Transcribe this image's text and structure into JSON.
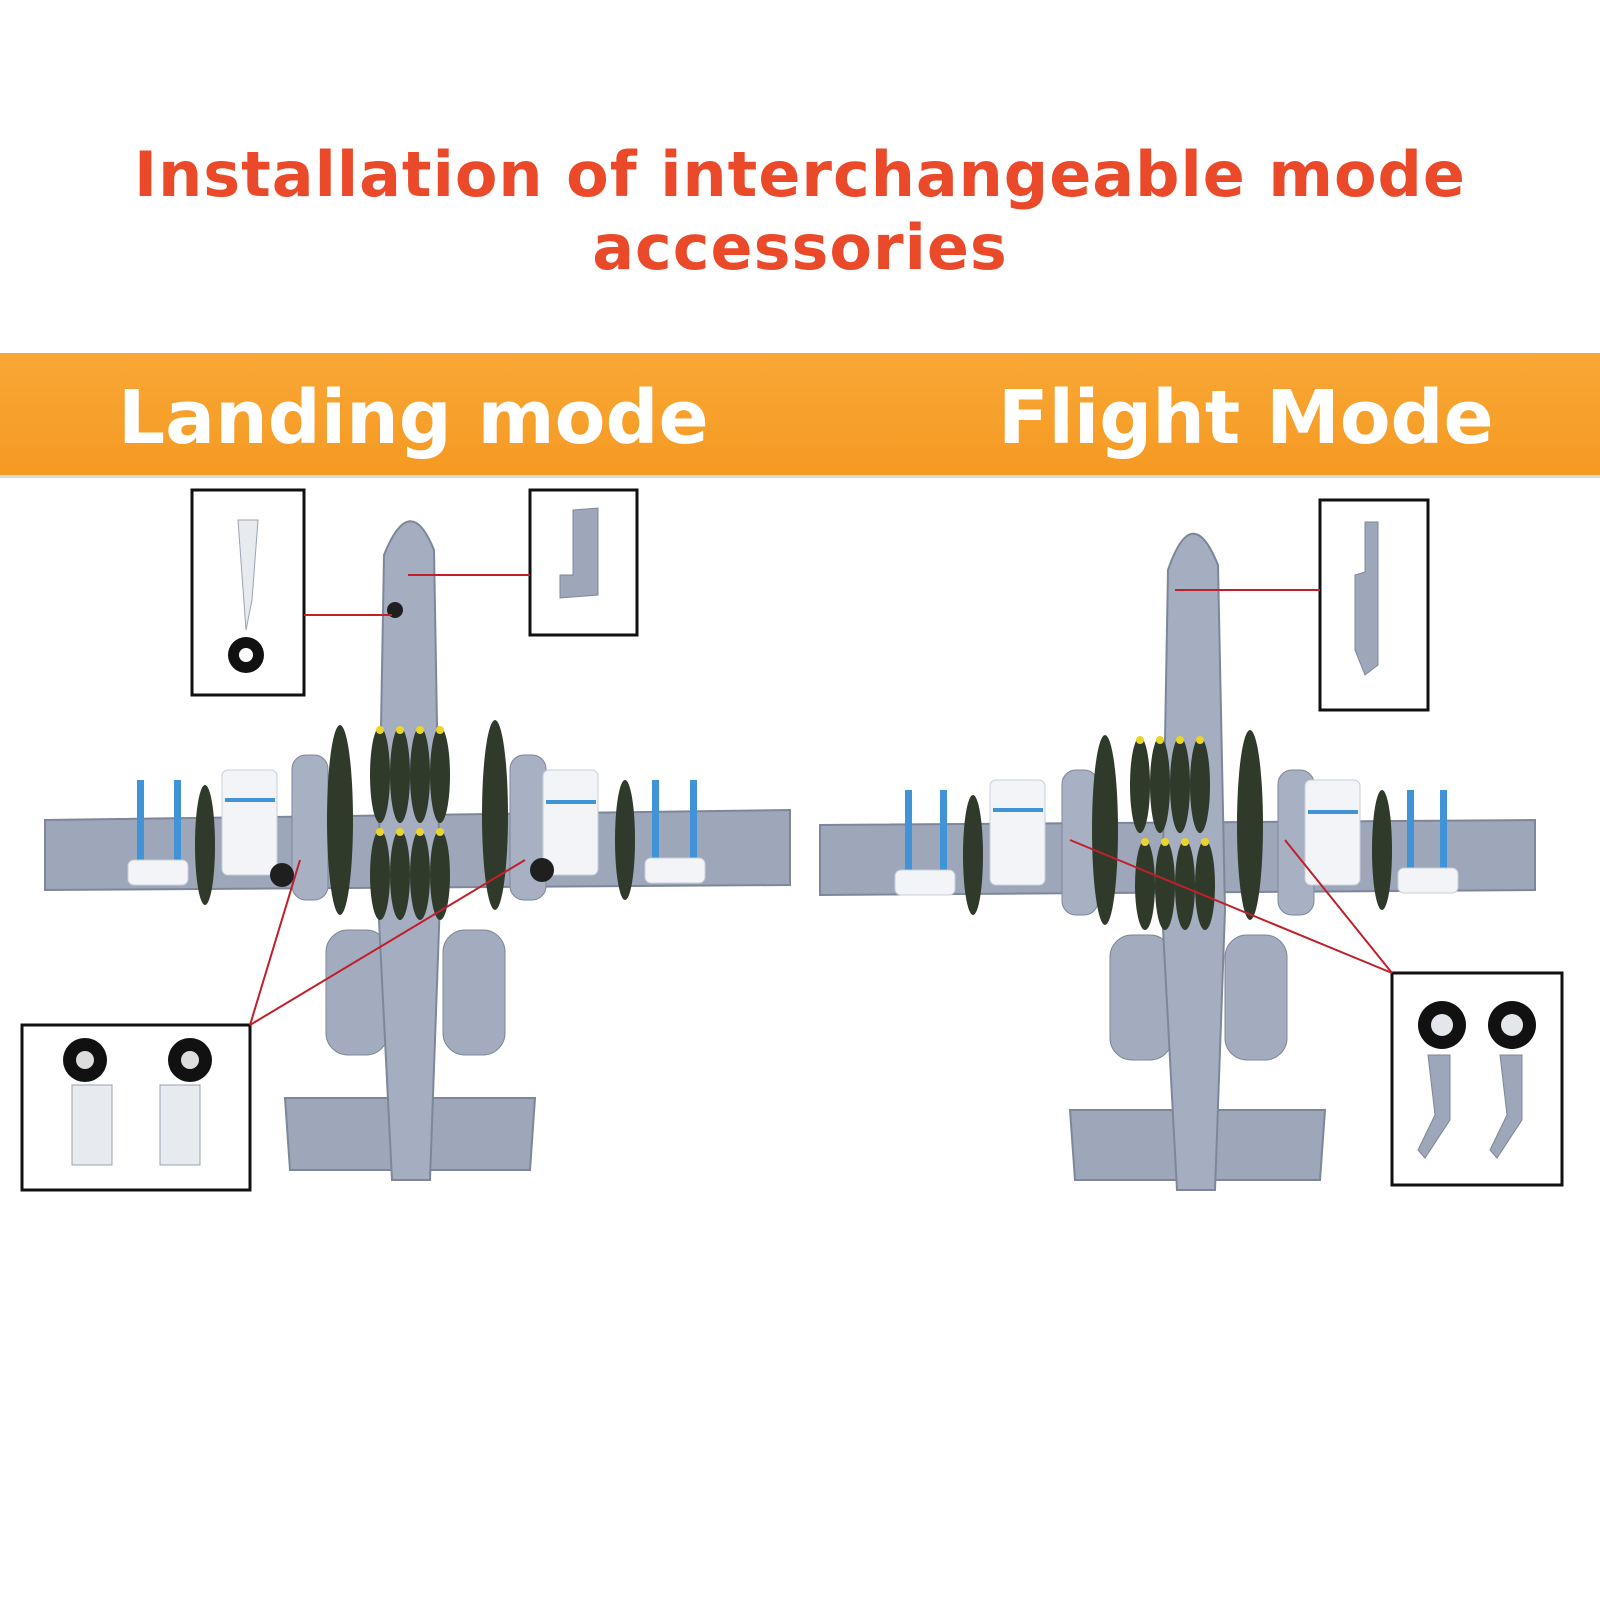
{
  "headline": "Installation of interchangeable mode accessories",
  "modes": {
    "landing": "Landing mode",
    "flight": "Flight Mode"
  },
  "colors": {
    "headline": "#ea4a2a",
    "banner": "#f7a02d",
    "aircraft": "#9ea7ba",
    "ordnance": "#2f3a2a",
    "accent_blue": "#3f93d6",
    "callout_line": "#c0202a"
  },
  "callouts": {
    "landing": [
      "nose-gear-strut",
      "nose-gear-door",
      "main-gear-pair"
    ],
    "flight": [
      "nose-cover-plate",
      "main-wheel-covers"
    ]
  }
}
